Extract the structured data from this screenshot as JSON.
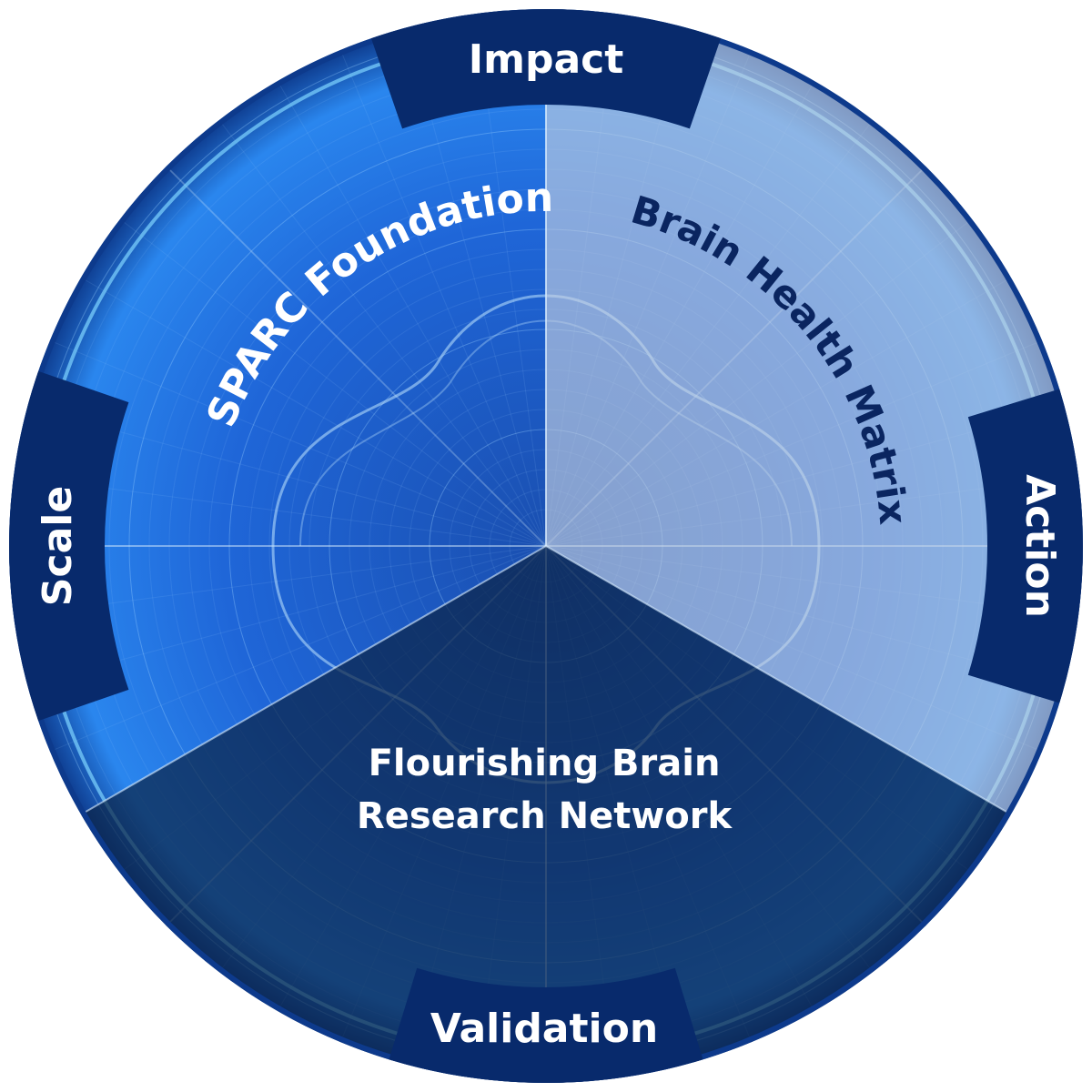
{
  "tabs": {
    "top": "Impact",
    "right": "Action",
    "bottom": "Validation",
    "left": "Scale"
  },
  "sectors": {
    "top_left": "SPARC Foundation",
    "top_right": "Brain Health Matrix",
    "bottom_line1": "Flourishing Brain",
    "bottom_line2": "Research Network"
  },
  "colors": {
    "tab": "#082a6c",
    "blue_sector": "#1f63d6",
    "light_sector": "#c8d2e0",
    "dark_sector": "#0b2346",
    "ring": "#0d3a8c",
    "light_text": "#ffffff",
    "dark_text": "#0a2560"
  }
}
